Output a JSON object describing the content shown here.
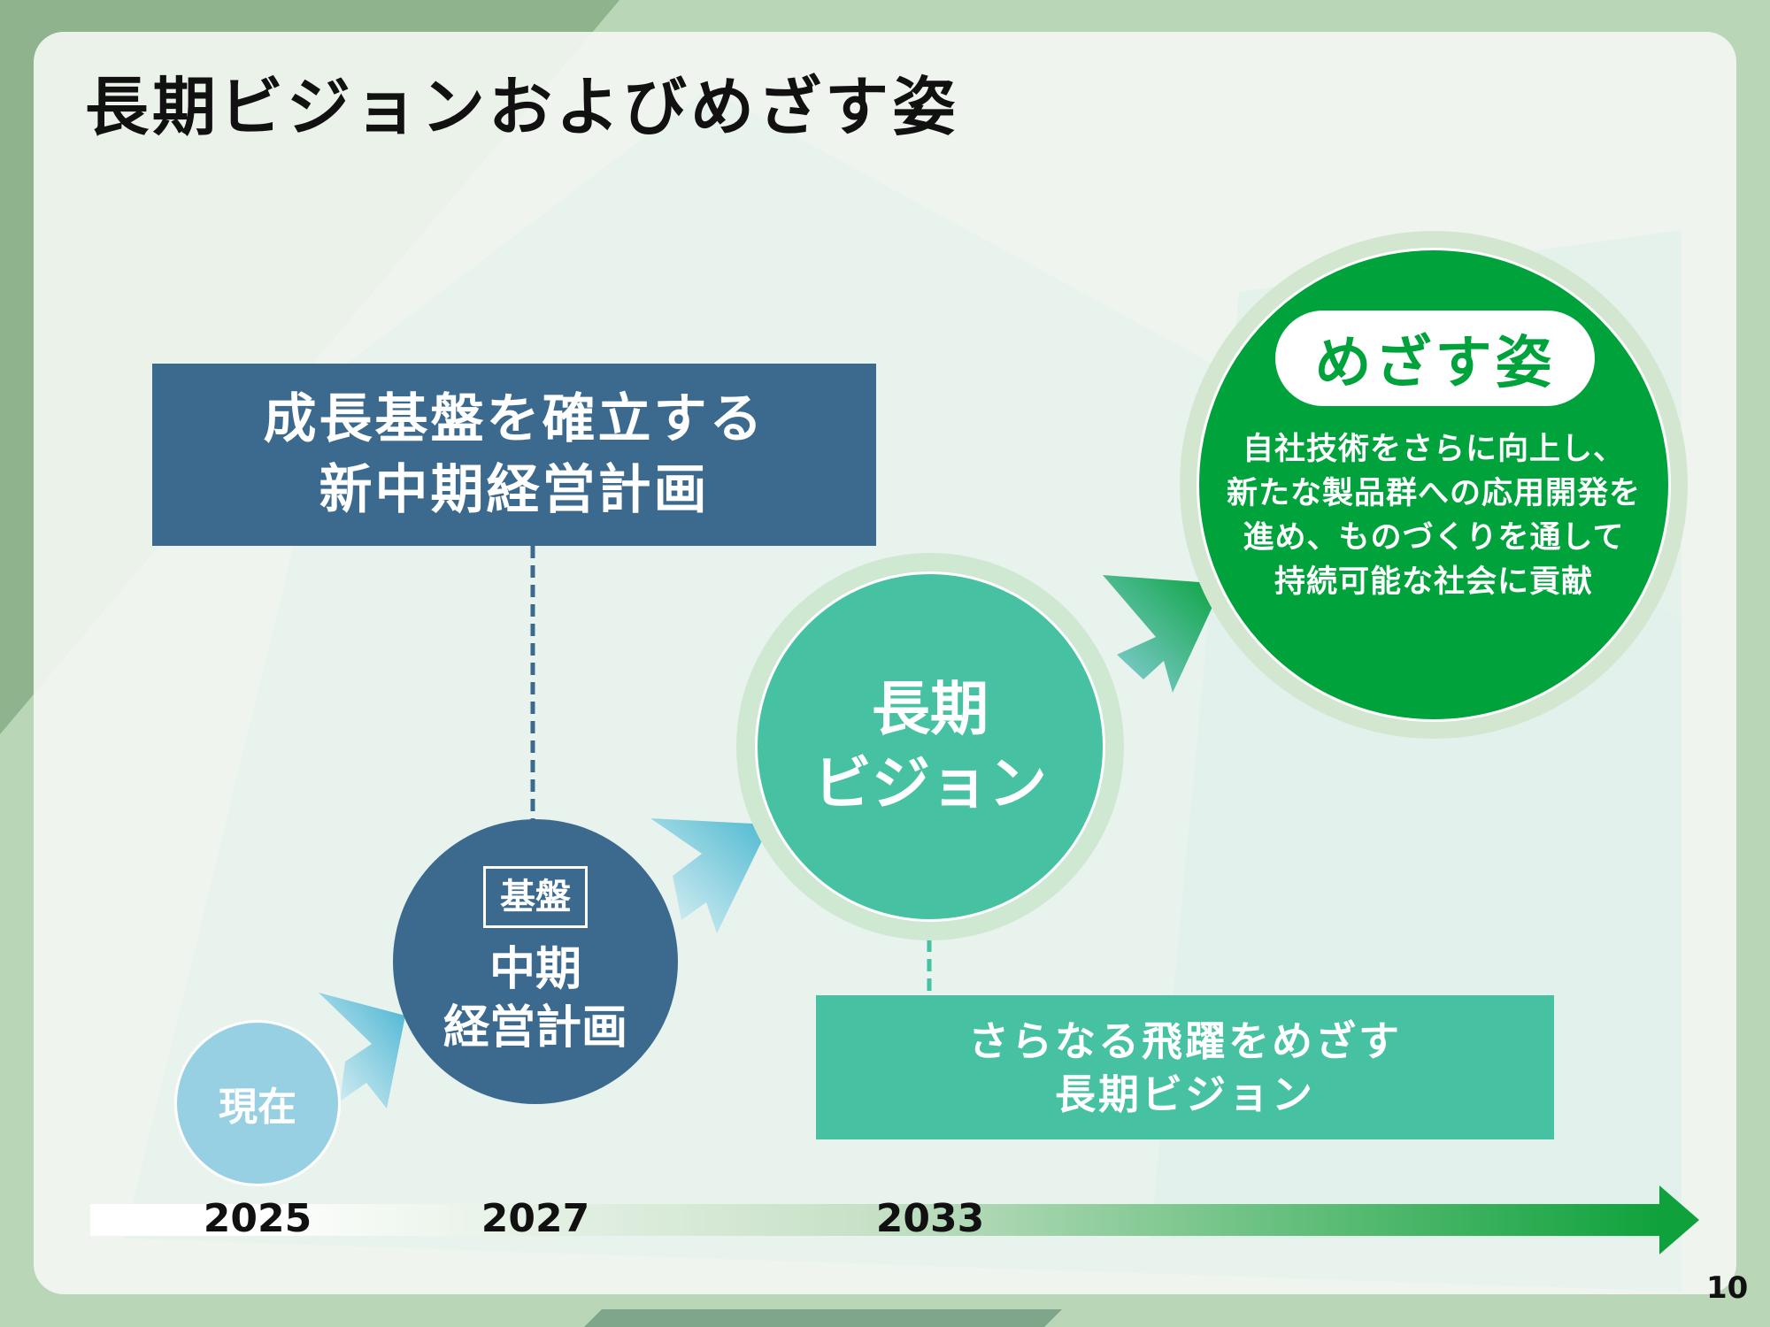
{
  "title": "長期ビジョンおよびめざす姿",
  "plan_box": {
    "line1": "成長基盤を確立する",
    "line2": "新中期経営計画"
  },
  "stages": {
    "now": {
      "label": "現在"
    },
    "mid_plan": {
      "tag": "基盤",
      "line1": "中期",
      "line2": "経営計画"
    },
    "vision": {
      "line1": "長期",
      "line2": "ビジョン"
    },
    "goal": {
      "pill": "めざす姿",
      "lines": [
        "自社技術をさらに向上し、",
        "新たな製品群への応用開発を",
        "進め、ものづくりを通して",
        "持続可能な社会に貢献"
      ]
    }
  },
  "vision_box": {
    "line1": "さらなる飛躍をめざす",
    "line2": "長期ビジョン"
  },
  "timeline": {
    "years": [
      "2025",
      "2027",
      "2033"
    ]
  },
  "page_number": "10",
  "colors": {
    "navy": "#3c6a8f",
    "teal": "#46c1a2",
    "green": "#00a23c",
    "light_blue": "#98d0e3"
  }
}
